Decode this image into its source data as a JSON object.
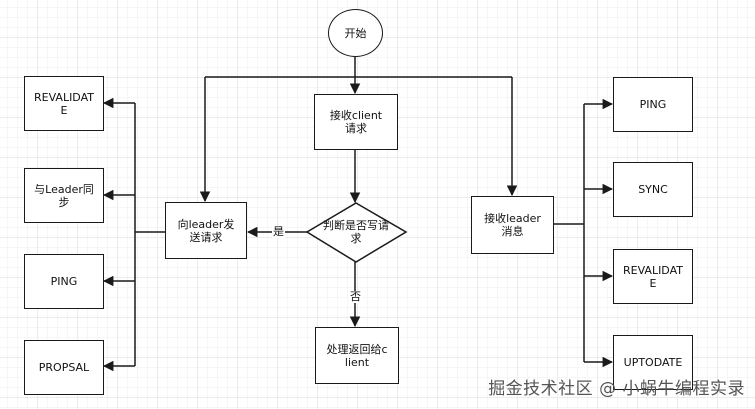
{
  "nodes": {
    "start": "开始",
    "receive_client": "接收client请求",
    "judge_write": "判断是否写请求",
    "process_return": "处理返回给client",
    "forward_leader": "向leader发送请求",
    "receive_leader": "接收leader消息",
    "left_revalidate": "REVALIDATE",
    "left_sync": "与Leader同步",
    "left_ping": "PING",
    "left_propsal": "PROPSAL",
    "right_ping": "PING",
    "right_sync": "SYNC",
    "right_revalidate": "REVALIDATE",
    "right_uptodate": "UPTODATE"
  },
  "edge_labels": {
    "yes": "是",
    "no": "否"
  },
  "watermark": "掘金技术社区 @ 小蜗牛编程实录",
  "colors": {
    "line": "#1a1a1a",
    "node_border": "#1a1a1a",
    "background": "#ffffff"
  }
}
